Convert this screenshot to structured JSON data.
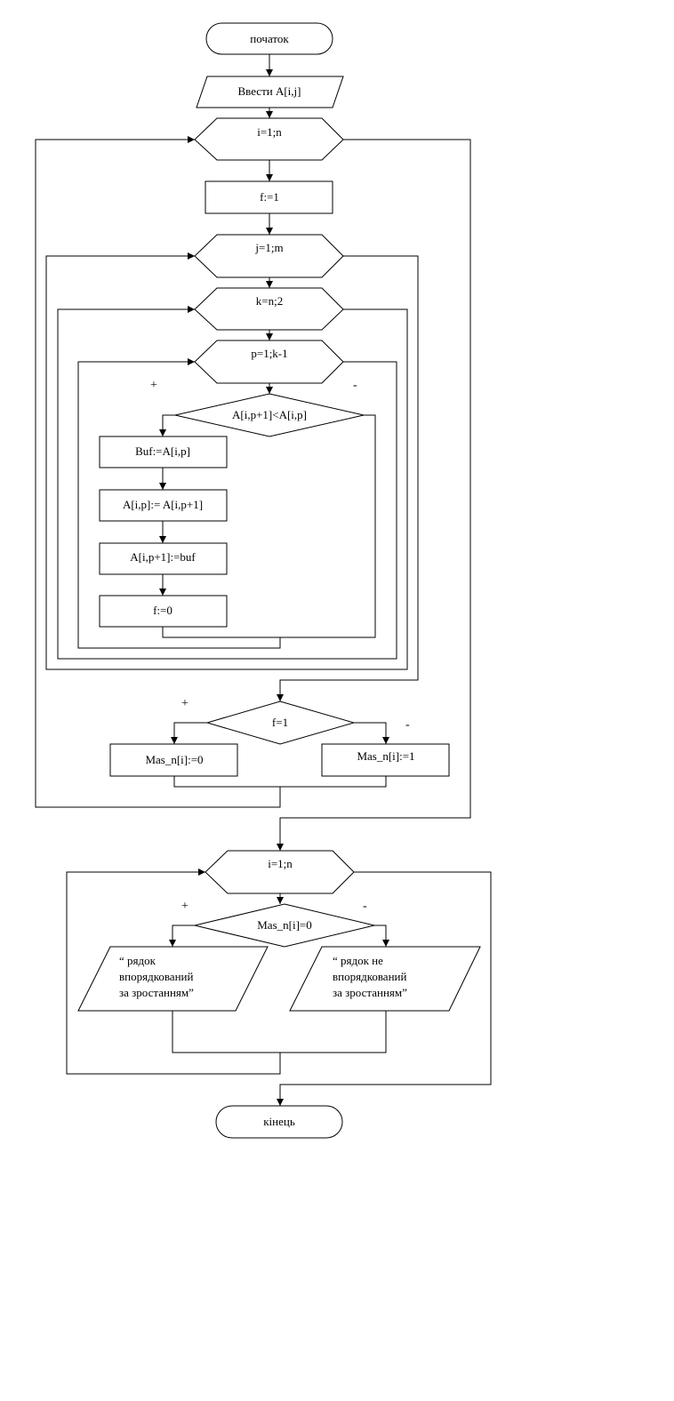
{
  "nodes": {
    "start": "початок",
    "input": "Ввести A[i,j]",
    "loop_i": "i=1;n",
    "set_f1": "f:=1",
    "loop_j": "j=1;m",
    "loop_k": "k=n;2",
    "loop_p": "p=1;k-1",
    "cond_swap": "A[i,p+1]<A[i,p]",
    "buf": "Buf:=A[i,p]",
    "assign1": "A[i,p]:= A[i,p+1]",
    "assign2": "A[i,p+1]:=buf",
    "set_f0": "f:=0",
    "cond_f": "f=1",
    "mas0": "Mas_n[i]:=0",
    "mas1": "Mas_n[i]:=1",
    "loop_i2": "i=1;n",
    "cond_mas": "Mas_n[i]=0",
    "out_yes": [
      "“ рядок",
      "впорядкований",
      "за зростанням”"
    ],
    "out_no": [
      "“ рядок не",
      "впорядкований",
      "за зростанням”"
    ],
    "end": "кінець"
  },
  "branch_labels": {
    "plus": "+",
    "minus": "-"
  },
  "colors": {
    "stroke": "#000000",
    "background": "#ffffff"
  }
}
